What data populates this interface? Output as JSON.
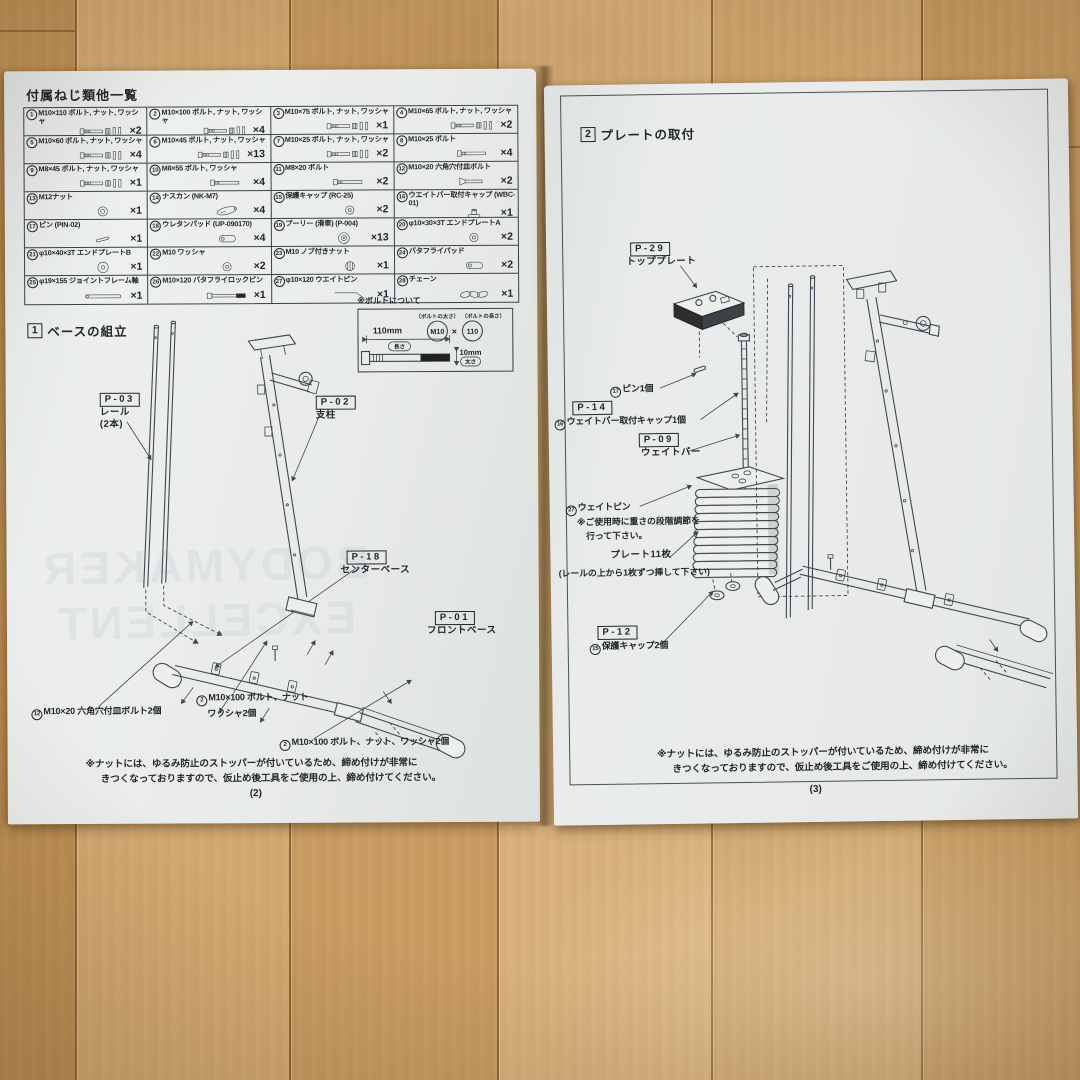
{
  "left_page": {
    "parts_list_title": "付属ねじ類他一覧",
    "parts": [
      {
        "num": "1",
        "label": "M10×110 ボルト, ナット, ワッシャ",
        "qty": "×2",
        "icon": "bolt-set"
      },
      {
        "num": "2",
        "label": "M10×100 ボルト, ナット, ワッシャ",
        "qty": "×4",
        "icon": "bolt-set"
      },
      {
        "num": "3",
        "label": "M10×75 ボルト, ナット, ワッシャ",
        "qty": "×1",
        "icon": "bolt-set"
      },
      {
        "num": "4",
        "label": "M10×65 ボルト, ナット, ワッシャ",
        "qty": "×2",
        "icon": "bolt-set"
      },
      {
        "num": "5",
        "label": "M10×60 ボルト, ナット, ワッシャ",
        "qty": "×4",
        "icon": "bolt-set"
      },
      {
        "num": "6",
        "label": "M10×45 ボルト, ナット, ワッシャ",
        "qty": "×13",
        "icon": "bolt-set"
      },
      {
        "num": "7",
        "label": "M10×25 ボルト, ナット, ワッシャ",
        "qty": "×2",
        "icon": "bolt-set"
      },
      {
        "num": "8",
        "label": "M10×25 ボルト",
        "qty": "×4",
        "icon": "bolt"
      },
      {
        "num": "9",
        "label": "M8×45 ボルト, ナット, ワッシャ",
        "qty": "×1",
        "icon": "bolt-set"
      },
      {
        "num": "10",
        "label": "M8×55 ボルト, ワッシャ",
        "qty": "×4",
        "icon": "bolt"
      },
      {
        "num": "11",
        "label": "M8×20 ボルト",
        "qty": "×2",
        "icon": "bolt"
      },
      {
        "num": "12",
        "label": "M10×20 六角穴付皿ボルト",
        "qty": "×2",
        "icon": "flatbolt"
      },
      {
        "num": "13",
        "label": "M12ナット",
        "qty": "×1",
        "icon": "nut"
      },
      {
        "num": "14",
        "label": "ナスカン (NK-M7)",
        "qty": "×4",
        "icon": "carabiner"
      },
      {
        "num": "15",
        "label": "保護キャップ (RC-25)",
        "qty": "×2",
        "icon": "ring"
      },
      {
        "num": "16",
        "label": "ウエイトバー取付キャップ (WBC-01)",
        "qty": "×1",
        "icon": "topcap"
      },
      {
        "num": "17",
        "label": "ピン (PIN-02)",
        "qty": "×1",
        "icon": "pin"
      },
      {
        "num": "18",
        "label": "ウレタンパッド (UP-090170)",
        "qty": "×4",
        "icon": "pad"
      },
      {
        "num": "19",
        "label": "プーリー (滑車) (P-004)",
        "qty": "×13",
        "icon": "pulley"
      },
      {
        "num": "20",
        "label": "φ10×30×3T エンドプレートA",
        "qty": "×2",
        "icon": "ring"
      },
      {
        "num": "21",
        "label": "φ10×40×3T エンドプレートB",
        "qty": "×1",
        "icon": "ring-lg"
      },
      {
        "num": "22",
        "label": "M10 ワッシャ",
        "qty": "×2",
        "icon": "ring"
      },
      {
        "num": "23",
        "label": "M10 ノブ付きナット",
        "qty": "×1",
        "icon": "knob"
      },
      {
        "num": "24",
        "label": "バタフライパッド",
        "qty": "×2",
        "icon": "pad"
      },
      {
        "num": "25",
        "label": "φ19×155 ジョイントフレーム軸",
        "qty": "×1",
        "icon": "shaft"
      },
      {
        "num": "26",
        "label": "M10×120 バタフライロックピン",
        "qty": "×1",
        "icon": "lockpin"
      },
      {
        "num": "27",
        "label": "φ10×120 ウエイトピン",
        "qty": "×1",
        "icon": "weightpin"
      },
      {
        "num": "28",
        "label": "チェーン",
        "qty": "×1",
        "icon": "chain"
      }
    ],
    "section": {
      "num": "1",
      "title": "ベースの組立"
    },
    "bolt_info": {
      "title": "※ボルトについて",
      "thickness_bracket": "〔ボルトの太さ〕",
      "length_bracket": "〔ボルトの長さ〕",
      "thickness_circle": "M10",
      "multiply": "×",
      "length_circle": "110",
      "length_value": "110mm",
      "length_tag": "長さ",
      "dia_value": "10mm",
      "dia_tag": "太さ"
    },
    "diagram_labels": {
      "p03_code": "P-03",
      "p03_name": "レール",
      "p03_sub": "(2本)",
      "p02_code": "P-02",
      "p02_name": "支柱",
      "p18_code": "P-18",
      "p18_name": "センターベース",
      "p01_code": "P-01",
      "p01_name": "フロントベース"
    },
    "callouts": [
      {
        "badge": "12",
        "text": "M10×20 六角穴付皿ボルト2個"
      },
      {
        "badge": "2",
        "text": "M10×100 ボルト、ナット",
        "text2": "ワッシャ2個"
      },
      {
        "badge": "2",
        "text": "M10×100 ボルト、ナット、ワッシャ2個"
      }
    ],
    "footnote_line1": "※ナットには、ゆるみ防止のストッパーが付いているため、締め付けが非常に",
    "footnote_line2": "きつくなっておりますので、仮止め後工具をご使用の上、締め付けてください。",
    "page_number": "(2)",
    "ghost_line1": "BODYMAKER",
    "ghost_line2": "EXCELLENT"
  },
  "right_page": {
    "section": {
      "num": "2",
      "title": "プレートの取付"
    },
    "labels": {
      "p29_code": "P-29",
      "p29_name": "トッププレート",
      "pin": {
        "badge": "17",
        "text": "ピン1個"
      },
      "p14_code": "P-14",
      "cap": {
        "badge": "16",
        "text": "ウェイトバー取付キャップ1個"
      },
      "p09_code": "P-09",
      "p09_name": "ウェイトバー",
      "weightpin": {
        "badge": "27",
        "text": "ウェイトピン"
      },
      "weightpin_note1": "※ご使用時に重さの段階調節を",
      "weightpin_note2": "行って下さい。",
      "plate_label": "プレート11枚",
      "plate_note": "(レールの上から1枚ずつ挿して下さい)",
      "p12_code": "P-12",
      "protect": {
        "badge": "15",
        "text": "保護キャップ2個"
      }
    },
    "footnote_line1": "※ナットには、ゆるみ防止のストッパーが付いているため、締め付けが非常に",
    "footnote_line2": "きつくなっておりますので、仮止め後工具をご使用の上、締め付けてください。",
    "page_number": "(3)"
  }
}
